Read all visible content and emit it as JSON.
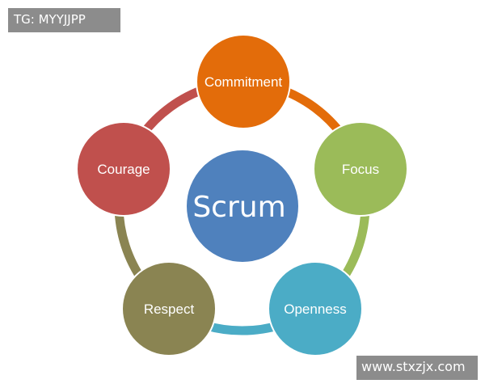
{
  "watermarks": {
    "top_left": "TG: MYYJJPP",
    "bottom_right": "www.stxzjx.com"
  },
  "diagram": {
    "center": {
      "label": "Scrum",
      "color": "#4f81bd"
    },
    "values": [
      {
        "key": "commitment",
        "label": "Commitment",
        "color": "#e36c0a",
        "ring_color": "#e36c0a"
      },
      {
        "key": "focus",
        "label": "Focus",
        "color": "#9bbb59",
        "ring_color": "#9bbb59"
      },
      {
        "key": "openness",
        "label": "Openness",
        "color": "#4bacc6",
        "ring_color": "#4bacc6"
      },
      {
        "key": "respect",
        "label": "Respect",
        "color": "#8a8452",
        "ring_color": "#8a8452"
      },
      {
        "key": "courage",
        "label": "Courage",
        "color": "#c0504d",
        "ring_color": "#c0504d"
      }
    ]
  }
}
